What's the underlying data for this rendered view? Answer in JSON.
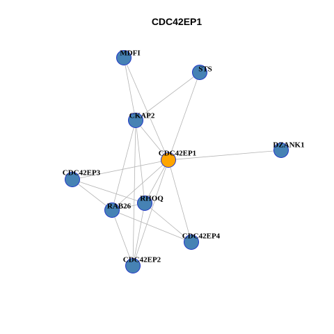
{
  "title": "CDC42EP1",
  "colors": {
    "node_fill": "#4682b4",
    "center_fill": "#ffa500",
    "node_border": "#1f34c7",
    "edge": "#b3b3b3"
  },
  "center_node": "CDC42EP1",
  "nodes": [
    "MDFI",
    "STS",
    "CKAP2",
    "DZANK1",
    "CDC42EP1",
    "CDC42EP3",
    "RHOQ",
    "RAB26",
    "CDC42EP4",
    "CDC42EP2"
  ],
  "edges": [
    [
      "MDFI",
      "CKAP2"
    ],
    [
      "MDFI",
      "CDC42EP1"
    ],
    [
      "STS",
      "CKAP2"
    ],
    [
      "STS",
      "CDC42EP1"
    ],
    [
      "CKAP2",
      "CDC42EP1"
    ],
    [
      "CKAP2",
      "RAB26"
    ],
    [
      "CKAP2",
      "RHOQ"
    ],
    [
      "CKAP2",
      "CDC42EP2"
    ],
    [
      "CDC42EP1",
      "DZANK1"
    ],
    [
      "CDC42EP1",
      "CDC42EP3"
    ],
    [
      "CDC42EP1",
      "RHOQ"
    ],
    [
      "CDC42EP1",
      "RAB26"
    ],
    [
      "CDC42EP1",
      "CDC42EP4"
    ],
    [
      "CDC42EP1",
      "CDC42EP2"
    ],
    [
      "CDC42EP3",
      "RHOQ"
    ],
    [
      "CDC42EP3",
      "RAB26"
    ],
    [
      "RAB26",
      "CDC42EP4"
    ],
    [
      "RAB26",
      "CDC42EP2"
    ],
    [
      "RHOQ",
      "CDC42EP4"
    ],
    [
      "RHOQ",
      "CDC42EP2"
    ],
    [
      "RHOQ",
      "RAB26"
    ]
  ]
}
